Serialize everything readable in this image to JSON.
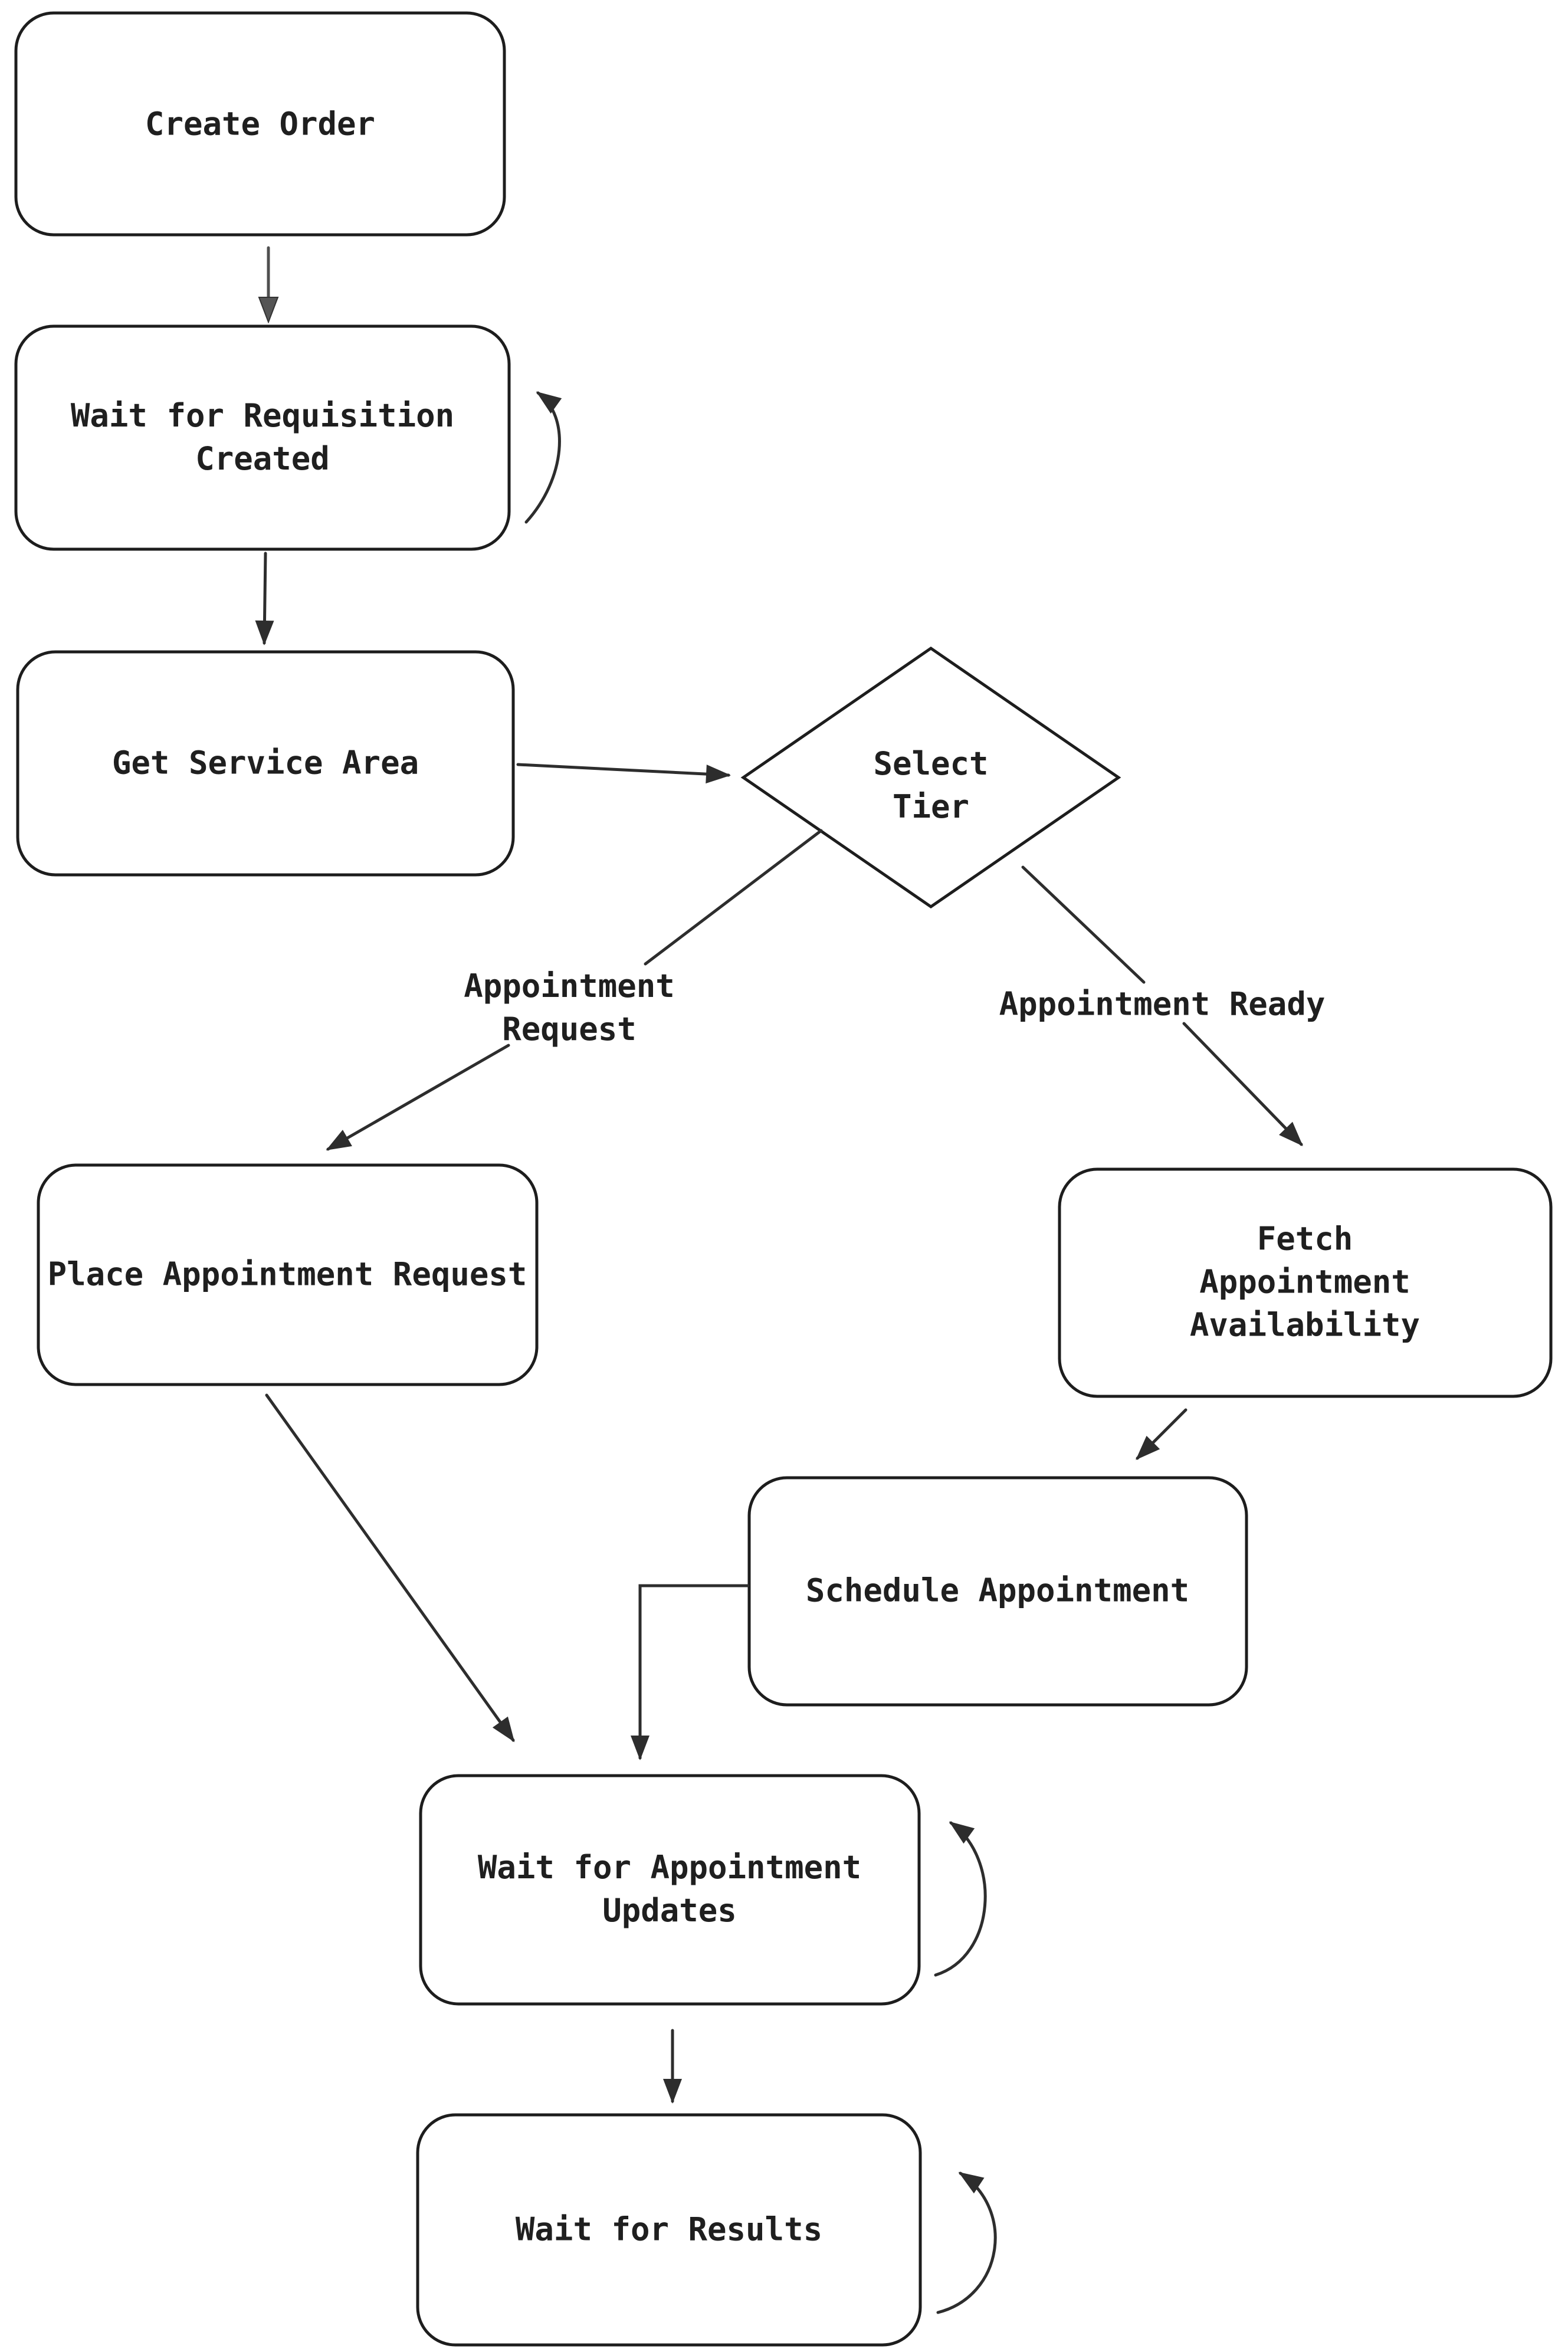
{
  "diagram": {
    "type": "flowchart",
    "background_color": "#ffffff",
    "stroke_color": "#1d1d1d",
    "text_color": "#1f1f1f",
    "nodes": [
      {
        "id": "create-order",
        "shape": "rounded-rect",
        "label": "Create Order"
      },
      {
        "id": "wait-for-requisition-created",
        "shape": "rounded-rect",
        "label": "Wait for Requisition\nCreated",
        "self_loop": true
      },
      {
        "id": "get-service-area",
        "shape": "rounded-rect",
        "label": "Get Service Area"
      },
      {
        "id": "select-tier",
        "shape": "diamond",
        "label": "Select\nTier"
      },
      {
        "id": "place-appointment-request",
        "shape": "rounded-rect",
        "label": "Place Appointment Request"
      },
      {
        "id": "fetch-appointment-availability",
        "shape": "rounded-rect",
        "label": "Fetch Appointment\nAvailability"
      },
      {
        "id": "schedule-appointment",
        "shape": "rounded-rect",
        "label": "Schedule Appointment"
      },
      {
        "id": "wait-for-appointment-updates",
        "shape": "rounded-rect",
        "label": "Wait for Appointment\nUpdates",
        "self_loop": true
      },
      {
        "id": "wait-for-results",
        "shape": "rounded-rect",
        "label": "Wait for Results",
        "self_loop": true
      }
    ],
    "edges": [
      {
        "from": "create-order",
        "to": "wait-for-requisition-created",
        "label": ""
      },
      {
        "from": "wait-for-requisition-created",
        "to": "wait-for-requisition-created",
        "label": ""
      },
      {
        "from": "wait-for-requisition-created",
        "to": "get-service-area",
        "label": ""
      },
      {
        "from": "get-service-area",
        "to": "select-tier",
        "label": ""
      },
      {
        "from": "select-tier",
        "to": "place-appointment-request",
        "label": "Appointment\nRequest"
      },
      {
        "from": "select-tier",
        "to": "fetch-appointment-availability",
        "label": "Appointment Ready"
      },
      {
        "from": "place-appointment-request",
        "to": "wait-for-appointment-updates",
        "label": ""
      },
      {
        "from": "fetch-appointment-availability",
        "to": "schedule-appointment",
        "label": ""
      },
      {
        "from": "schedule-appointment",
        "to": "wait-for-appointment-updates",
        "label": ""
      },
      {
        "from": "wait-for-appointment-updates",
        "to": "wait-for-appointment-updates",
        "label": ""
      },
      {
        "from": "wait-for-appointment-updates",
        "to": "wait-for-results",
        "label": ""
      },
      {
        "from": "wait-for-results",
        "to": "wait-for-results",
        "label": ""
      }
    ]
  }
}
